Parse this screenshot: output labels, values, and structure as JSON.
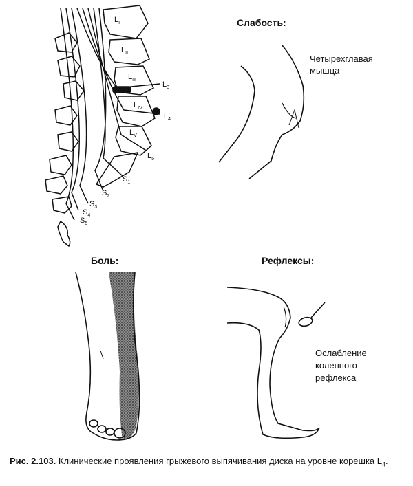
{
  "headings": {
    "weakness": "Слабость:",
    "pain": "Боль:",
    "reflexes": "Рефлексы:"
  },
  "weakness_note": [
    "Четырехглавая",
    "мышца"
  ],
  "reflex_note": [
    "Ослабление",
    "коленного",
    "рефлекса"
  ],
  "vertebra_labels": [
    {
      "letter": "L",
      "sub": "I"
    },
    {
      "letter": "L",
      "sub": "II"
    },
    {
      "letter": "L",
      "sub": "III"
    },
    {
      "letter": "L",
      "sub": "IV"
    },
    {
      "letter": "L",
      "sub": "V"
    }
  ],
  "root_labels": [
    {
      "letter": "L",
      "sub": "3"
    },
    {
      "letter": "L",
      "sub": "4"
    },
    {
      "letter": "L",
      "sub": "5"
    },
    {
      "letter": "S",
      "sub": "1"
    },
    {
      "letter": "S",
      "sub": "2"
    },
    {
      "letter": "S",
      "sub": "3"
    },
    {
      "letter": "S",
      "sub": "4"
    },
    {
      "letter": "S",
      "sub": "5"
    }
  ],
  "caption": {
    "figure_number": "Рис. 2.103.",
    "text": "Клинические проявления грыжевого выпячивания диска на уровне корешка",
    "root": "L",
    "root_sub": "4",
    "end": "."
  },
  "colors": {
    "ink": "#111111",
    "shade": "#555555"
  }
}
